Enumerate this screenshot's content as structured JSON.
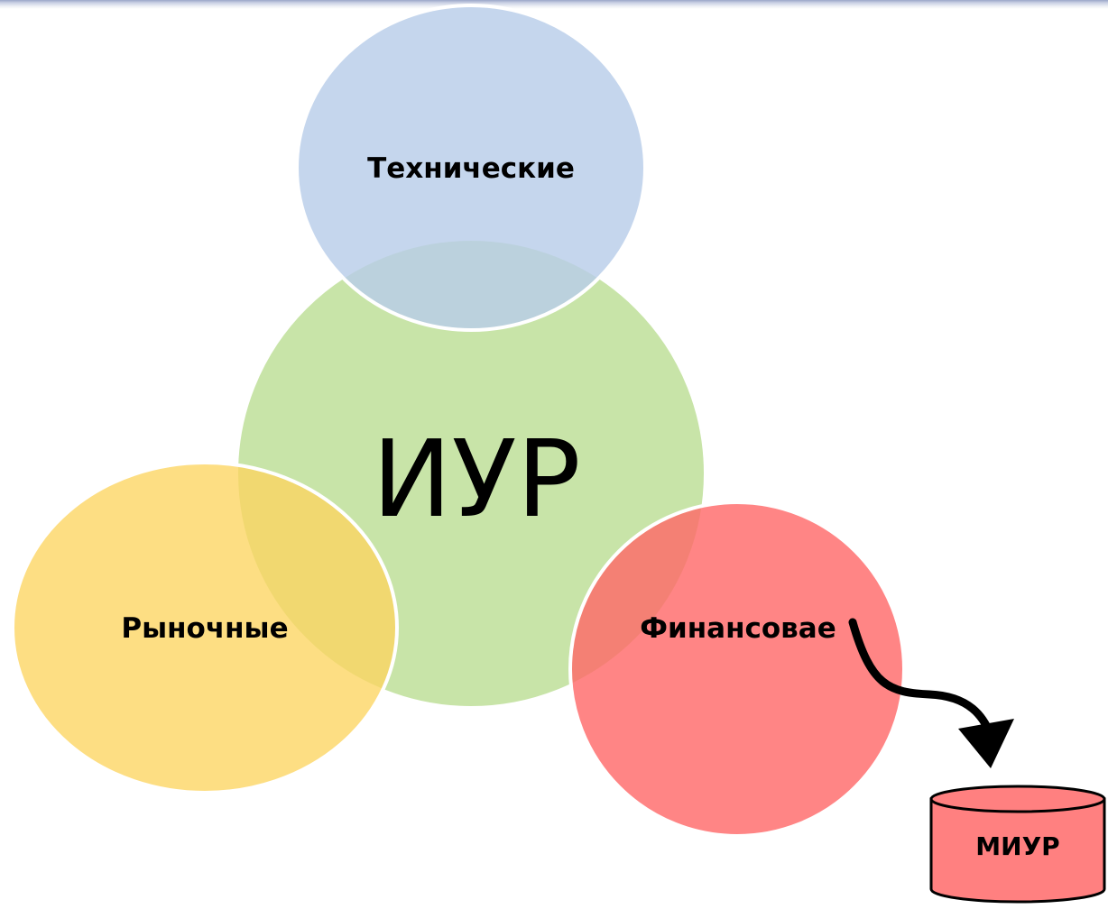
{
  "diagram": {
    "center": {
      "label": "ИУР",
      "color": "#c8e4a8"
    },
    "top": {
      "label": "Технические",
      "color": "#c6d7ee"
    },
    "left": {
      "label": "Рыночные",
      "color": "#fdde84"
    },
    "right": {
      "label": "Финансовае",
      "color": "#ff8080"
    },
    "output": {
      "label": "МИУР",
      "color": "#ff8080"
    },
    "arrow_color": "#000000",
    "outline_color": "#ffffff"
  }
}
